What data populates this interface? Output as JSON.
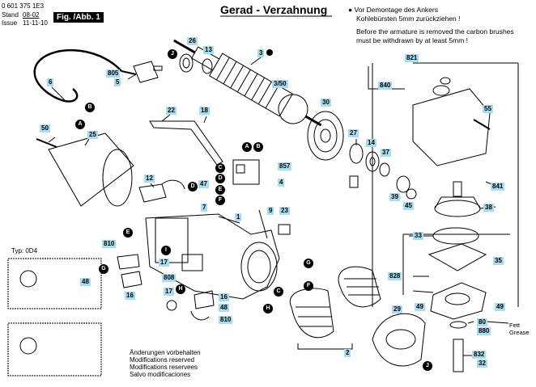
{
  "header": {
    "doc_number": "0 601 375 1E3",
    "stand_label": "Stand",
    "stand_value": "08-02",
    "issue_label": "Issue",
    "issue_value": "11-11-10",
    "fig_label": "Fig. /Abb. 1"
  },
  "title": "Gerad - Verzahnung",
  "notes": {
    "de_line1": "Vor Demontage des Ankers",
    "de_line2": "Kohlebürsten 5mm zurückziehen !",
    "en_line1": "Before the armature is removed the carbon brushes",
    "en_line2": "must be withdrawn by at least 5mm !"
  },
  "typ_label": "Typ: 0D4",
  "changes": [
    "Änderungen vorbehalten",
    "Modifications reserved",
    "Modifications reservees",
    "Salvo modificaciones"
  ],
  "grease": [
    "Fett",
    "Grease"
  ],
  "part_labels": {
    "p26": "26",
    "p13": "13",
    "p3": "3",
    "p805": "805",
    "p5": "5",
    "p6": "6",
    "p350": "3/50",
    "p30": "30",
    "p50": "50",
    "p25": "25",
    "p22": "22",
    "p18": "18",
    "p821": "821",
    "p840": "840",
    "p55": "55",
    "p27": "27",
    "p14": "14",
    "p37": "37",
    "p857": "857",
    "p4": "4",
    "p12": "12",
    "p47": "47",
    "p7": "7",
    "p1": "1",
    "p9": "9",
    "p23": "23",
    "p39": "39",
    "p45": "45",
    "p841": "841",
    "p38": "38",
    "p810a": "810",
    "p17a": "17",
    "p48a": "48",
    "p16a": "16",
    "p808": "808",
    "p17b": "17",
    "p16b": "16",
    "p48b": "48",
    "p810b": "810",
    "p33": "33",
    "p35": "35",
    "p828": "828",
    "p49a": "49",
    "p49b": "49",
    "p29": "29",
    "p80": "80",
    "p880": "880",
    "p2": "2",
    "p832": "832",
    "p32": "32"
  },
  "circle_letters": {
    "b1": "B",
    "a1": "A",
    "j1": "J",
    "a2": "A",
    "b2": "B",
    "c1": "C",
    "d1": "D",
    "e1": "E",
    "f1": "F",
    "d2": "D",
    "e2": "E",
    "i1": "I",
    "g1": "G",
    "h1": "H",
    "g2": "G",
    "f2": "F",
    "c2": "C",
    "h2": "H",
    "j2": "J"
  }
}
